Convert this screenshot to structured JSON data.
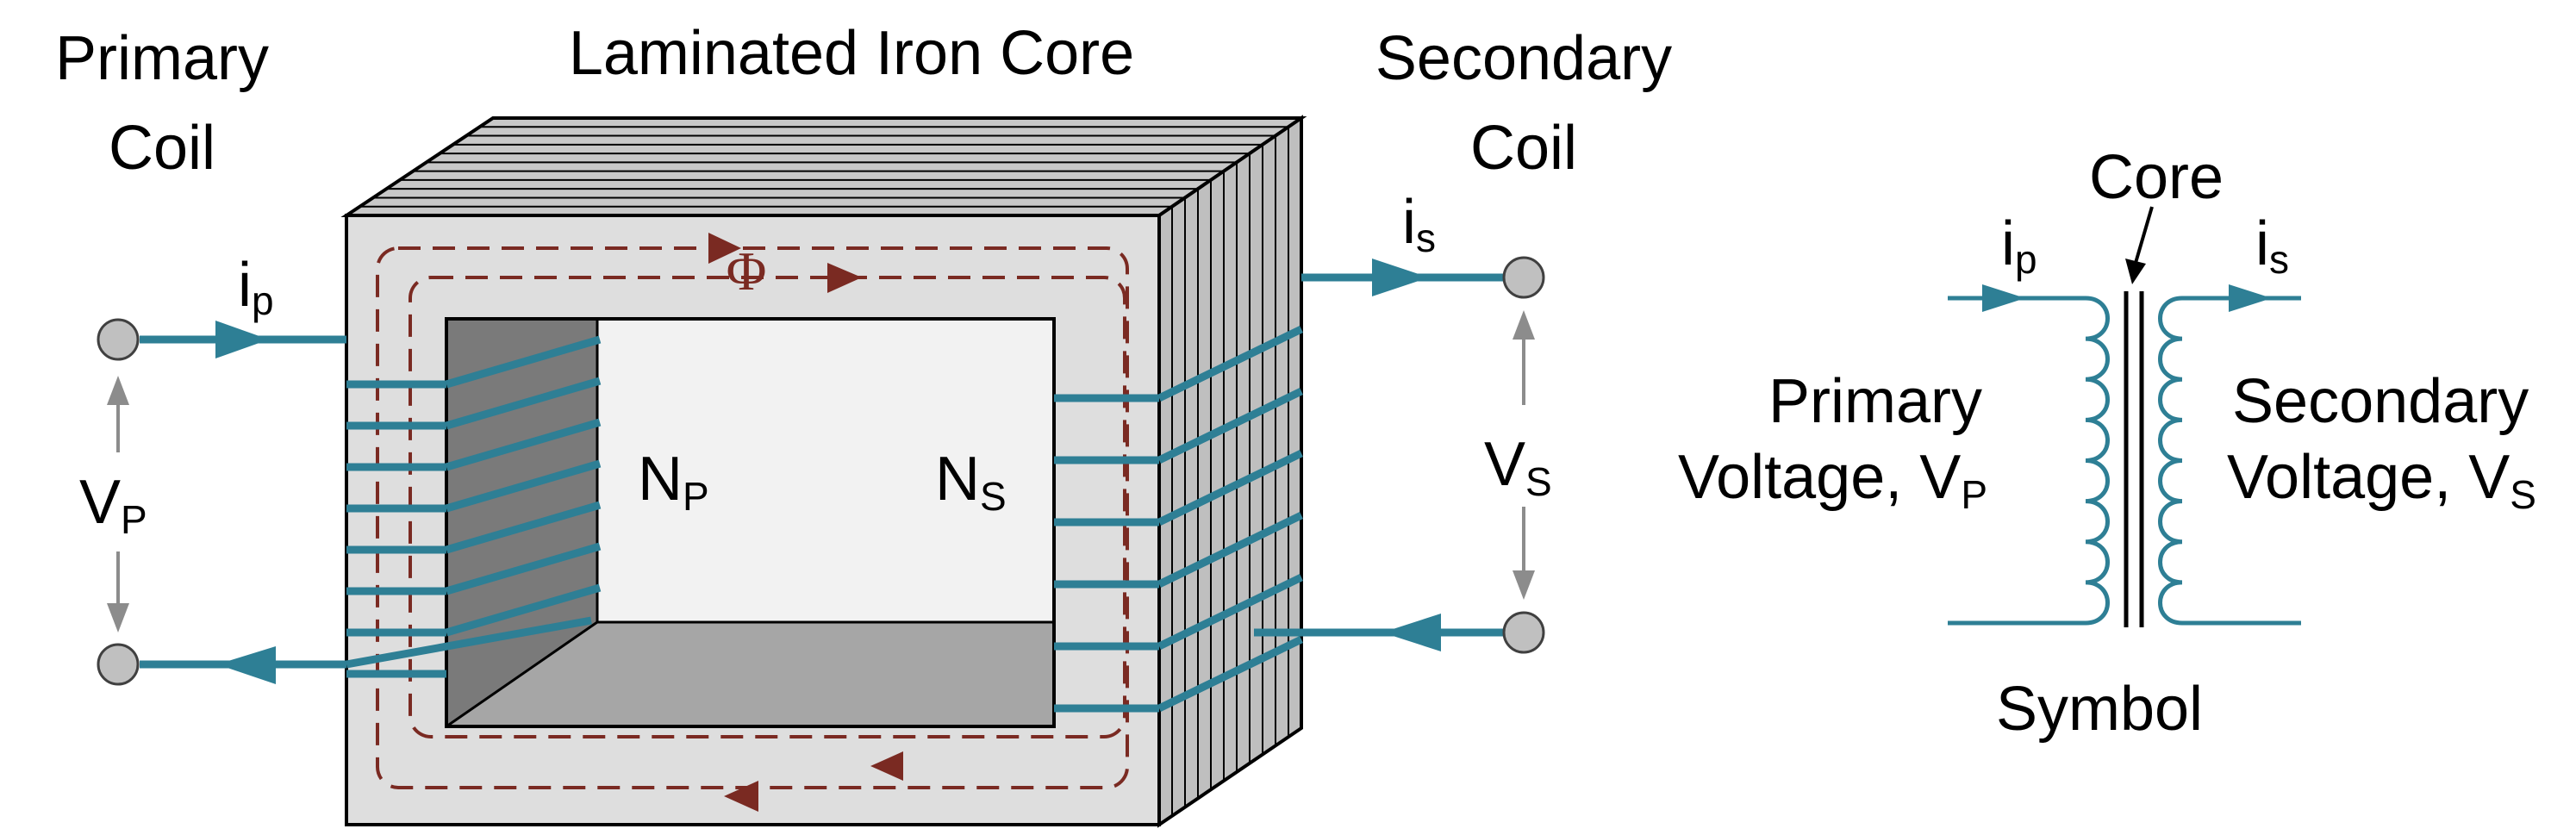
{
  "labels": {
    "primary_coil_line1": "Primary",
    "primary_coil_line2": "Coil",
    "core_title": "Laminated Iron Core",
    "secondary_coil_line1": "Secondary",
    "secondary_coil_line2": "Coil",
    "i_p_main": "i",
    "i_p_sub": "p",
    "i_s_main": "i",
    "i_s_sub": "s",
    "v_p_main": "V",
    "v_p_sub": "P",
    "v_s_main": "V",
    "v_s_sub": "S",
    "phi": "Φ",
    "n_p_main": "N",
    "n_p_sub": "P",
    "n_s_main": "N",
    "n_s_sub": "S"
  },
  "symbol": {
    "core_label": "Core",
    "i_p_main": "i",
    "i_p_sub": "p",
    "i_s_main": "i",
    "i_s_sub": "s",
    "primary_line1": "Primary",
    "primary_line2_main": "Voltage, V",
    "primary_line2_sub": "P",
    "secondary_line1": "Secondary",
    "secondary_line2_main": "Voltage, V",
    "secondary_line2_sub": "S",
    "caption": "Symbol"
  },
  "colors": {
    "coil_wire": "#2e7f95",
    "flux": "#7a2a22",
    "terminal": "#c0c0c0",
    "core_face": "#dedede",
    "window_light": "#f2f2f2",
    "window_dark": "#7a7a7a",
    "window_bottom": "#a6a6a6",
    "lamination": "#bfbfbf",
    "voltage_arrow": "#8c8c8c"
  }
}
